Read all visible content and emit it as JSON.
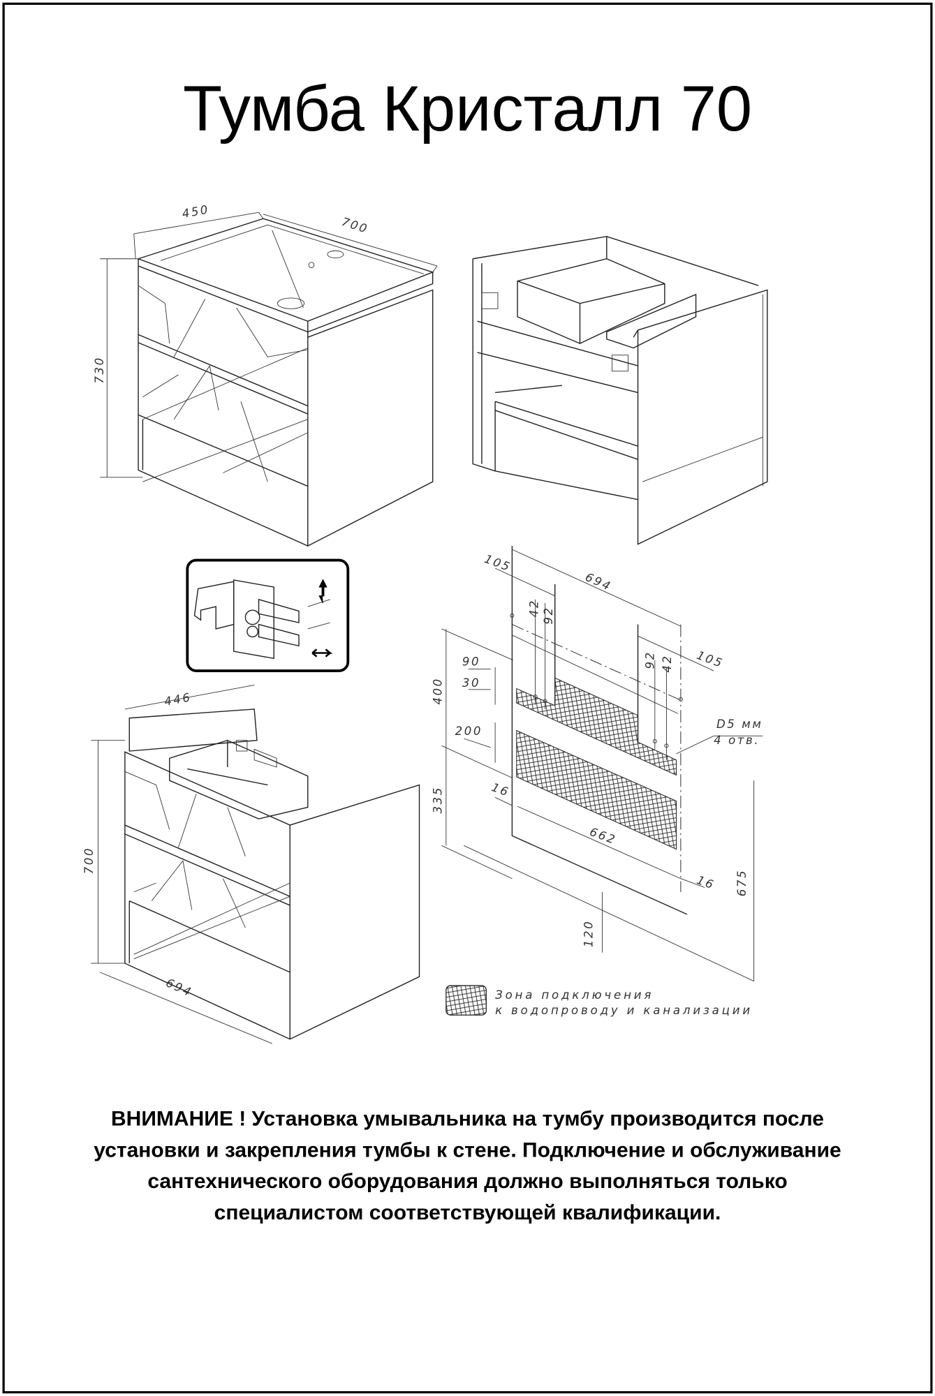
{
  "title": "Тумба Кристалл 70",
  "top_view_dims": {
    "depth": "450",
    "width": "700",
    "height": "730"
  },
  "bottom_view_dims": {
    "depth": "446",
    "height": "700",
    "width": "694"
  },
  "scheme_dims": {
    "left_offset": "105",
    "total_width": "694",
    "left_42": "42",
    "left_92": "92",
    "right_offset": "105",
    "right_92": "92",
    "right_42": "42",
    "d90": "90",
    "d30": "30",
    "d400": "400",
    "d200": "200",
    "d335": "335",
    "left_16": "16",
    "d662": "662",
    "right_16": "16",
    "d675": "675",
    "d120": "120",
    "hole_size": "D5 мм",
    "hole_count": "4 отв."
  },
  "legend": {
    "line1": "Зона подключения",
    "line2": "к водопроводу и канализации"
  },
  "warning": [
    "ВНИМАНИЕ ! Установка умывальника на тумбу производится после",
    "установки и закрепления тумбы к стене. Подключение и обслуживание",
    "сантехнического оборудования должно выполняться только",
    "специалистом соответствующей квалификации."
  ]
}
